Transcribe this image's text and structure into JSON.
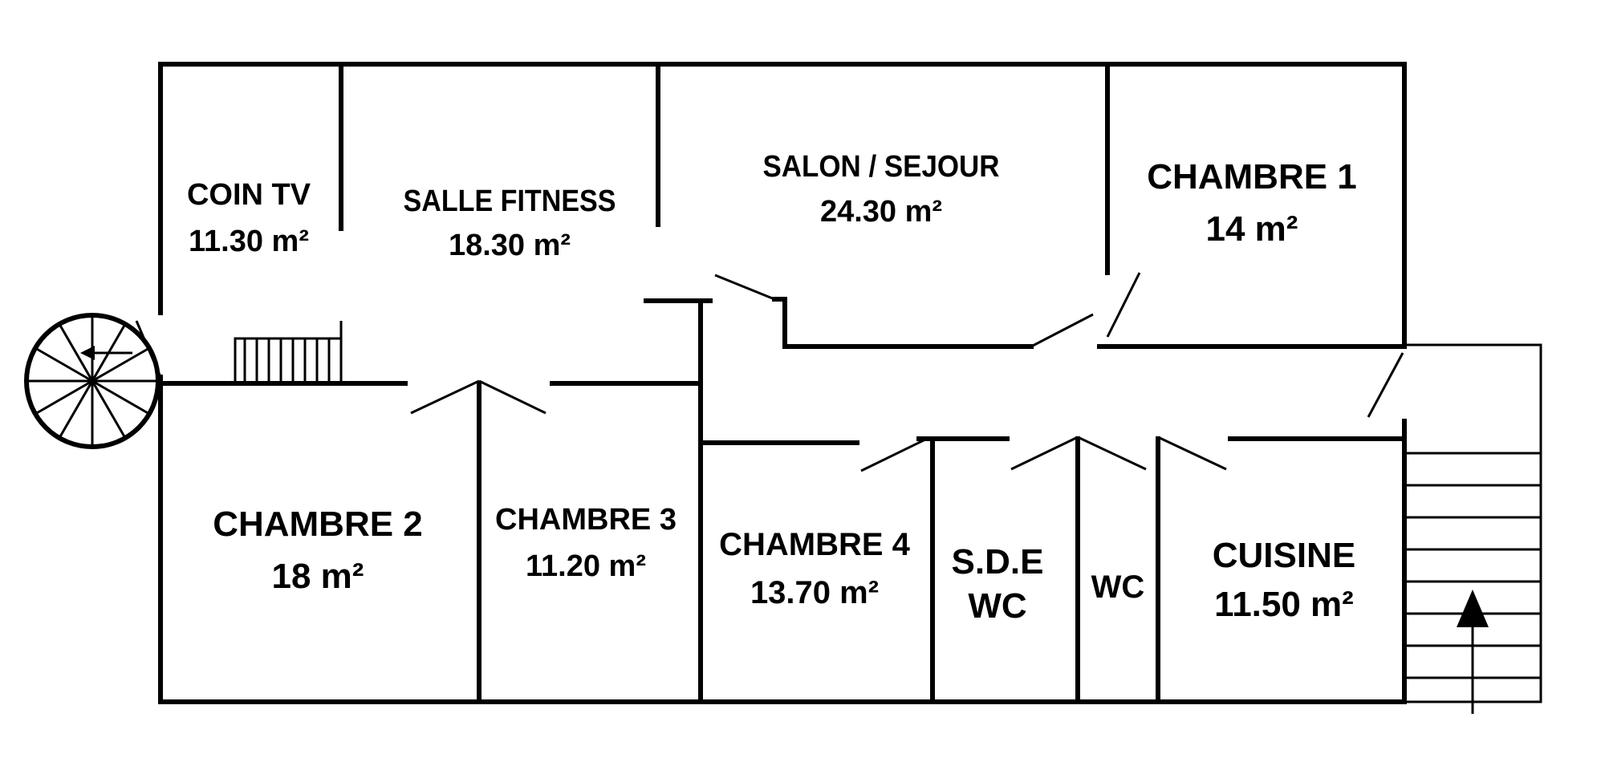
{
  "rooms": [
    {
      "id": "coin-tv",
      "name": "COIN TV",
      "area": "11.30 m²"
    },
    {
      "id": "salle-fitness",
      "name": "SALLE FITNESS",
      "area": "18.30 m²"
    },
    {
      "id": "salon-sejour",
      "name": "SALON / SEJOUR",
      "area": "24.30 m²"
    },
    {
      "id": "chambre-1",
      "name": "CHAMBRE 1",
      "area": "14 m²"
    },
    {
      "id": "chambre-2",
      "name": "CHAMBRE 2",
      "area": "18 m²"
    },
    {
      "id": "chambre-3",
      "name": "CHAMBRE 3",
      "area": "11.20 m²"
    },
    {
      "id": "chambre-4",
      "name": "CHAMBRE 4",
      "area": "13.70 m²"
    },
    {
      "id": "sde-wc",
      "name": "S.D.E",
      "area": "WC"
    },
    {
      "id": "wc",
      "name": "WC",
      "area": ""
    },
    {
      "id": "cuisine",
      "name": "CUISINE",
      "area": "11.50 m²"
    }
  ],
  "colors": {
    "ink": "#000000",
    "background": "#ffffff"
  }
}
